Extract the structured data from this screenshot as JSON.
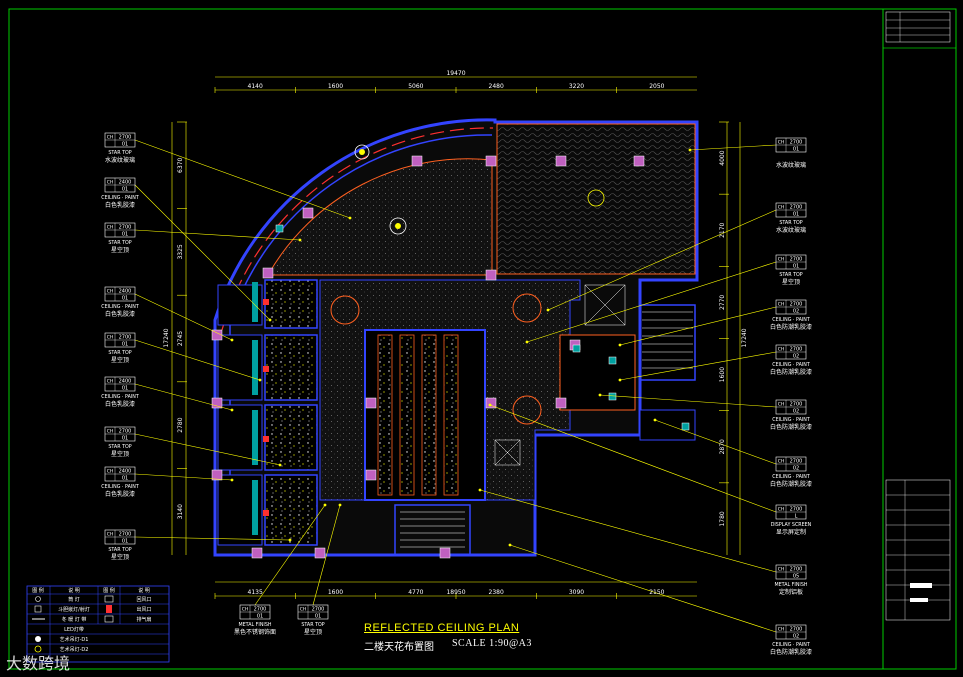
{
  "drawing": {
    "title": "REFLECTED CEILING PLAN",
    "subtitle": "二楼天花布置图",
    "scale": "SCALE 1:90@A3"
  },
  "dimensions": {
    "top": [
      "4140",
      "1600",
      "5060",
      "2480",
      "3220",
      "2050"
    ],
    "top_total": "19470",
    "bottom": [
      "4135",
      "1600",
      "4770",
      "2380",
      "3090",
      "2150"
    ],
    "bottom_total": "18950",
    "left": [
      "6370",
      "3325",
      "2745",
      "2780",
      "3140"
    ],
    "left_total": "17240",
    "right": [
      "4000",
      "2170",
      "2770",
      "1600",
      "2870",
      "1780"
    ],
    "right_total": "17240"
  },
  "tags_left": [
    {
      "code": "CH",
      "h": "2700",
      "n": "01",
      "type": "STAR TOP",
      "desc": "水波纹玻璃"
    },
    {
      "code": "CH",
      "h": "2400",
      "n": "01",
      "type": "CEILING · PAINT",
      "desc": "白色乳胶漆"
    },
    {
      "code": "CH",
      "h": "2700",
      "n": "01",
      "type": "STAR TOP",
      "desc": "星空顶"
    },
    {
      "code": "CH",
      "h": "2400",
      "n": "01",
      "type": "CEILING · PAINT",
      "desc": "白色乳胶漆"
    },
    {
      "code": "CH",
      "h": "2700",
      "n": "01",
      "type": "STAR TOP",
      "desc": "星空顶"
    },
    {
      "code": "CH",
      "h": "2400",
      "n": "01",
      "type": "CEILING · PAINT",
      "desc": "白色乳胶漆"
    },
    {
      "code": "CH",
      "h": "2700",
      "n": "01",
      "type": "STAR TOP",
      "desc": "星空顶"
    },
    {
      "code": "CH",
      "h": "2400",
      "n": "01",
      "type": "CEILING · PAINT",
      "desc": "白色乳胶漆"
    },
    {
      "code": "CH",
      "h": "2700",
      "n": "01",
      "type": "STAR TOP",
      "desc": "星空顶"
    }
  ],
  "tags_right": [
    {
      "code": "CH",
      "h": "2700",
      "n": "01",
      "type": "",
      "desc": "水波纹玻璃"
    },
    {
      "code": "CH",
      "h": "2700",
      "n": "01",
      "type": "STAR TOP",
      "desc": "水波纹玻璃"
    },
    {
      "code": "CH",
      "h": "2700",
      "n": "01",
      "type": "STAR TOP",
      "desc": "星空顶"
    },
    {
      "code": "CH",
      "h": "2700",
      "n": "02",
      "type": "CEILING · PAINT",
      "desc": "白色防潮乳胶漆"
    },
    {
      "code": "CH",
      "h": "2700",
      "n": "02",
      "type": "CEILING · PAINT",
      "desc": "白色防潮乳胶漆"
    },
    {
      "code": "CH",
      "h": "2700",
      "n": "02",
      "type": "CEILING · PAINT",
      "desc": "白色防潮乳胶漆"
    },
    {
      "code": "CH",
      "h": "2700",
      "n": "02",
      "type": "CEILING · PAINT",
      "desc": "白色防潮乳胶漆"
    },
    {
      "code": "CH",
      "h": "2700",
      "n": "L",
      "type": "DISPLAY SCREEN",
      "desc": "显示屏定制"
    },
    {
      "code": "CH",
      "h": "2700",
      "n": "05",
      "type": "METAL FINISH",
      "desc": "定制铝板"
    },
    {
      "code": "CH",
      "h": "2700",
      "n": "02",
      "type": "CEILING · PAINT",
      "desc": "白色防潮乳胶漆"
    }
  ],
  "tags_bottom": [
    {
      "code": "CH",
      "h": "2700",
      "n": "01",
      "type": "METAL FINISH",
      "desc": "黑色不锈钢饰面"
    },
    {
      "code": "CH",
      "h": "2700",
      "n": "01",
      "type": "STAR TOP",
      "desc": "星空顶"
    }
  ],
  "legend": {
    "headers": [
      "图 例",
      "说 明",
      "图 例",
      "说 明"
    ],
    "rows": [
      [
        "筒 灯",
        "回风口"
      ],
      [
        "斗胆嵌灯/射灯",
        "出风口"
      ],
      [
        "冬 暖 灯 带",
        "排气扇"
      ],
      [
        "LED灯带",
        ""
      ],
      [
        "艺术吊灯-D1",
        ""
      ],
      [
        "艺术吊灯-D2",
        ""
      ]
    ]
  },
  "watermark": "大数跨境",
  "colors": {
    "wall": "#3344ff",
    "dim": "#ffff00",
    "leader": "#ffff00",
    "accent_red": "#ff3030",
    "magenta": "#c060c0",
    "frame": "#00cc00",
    "teal": "#00a0a0"
  }
}
